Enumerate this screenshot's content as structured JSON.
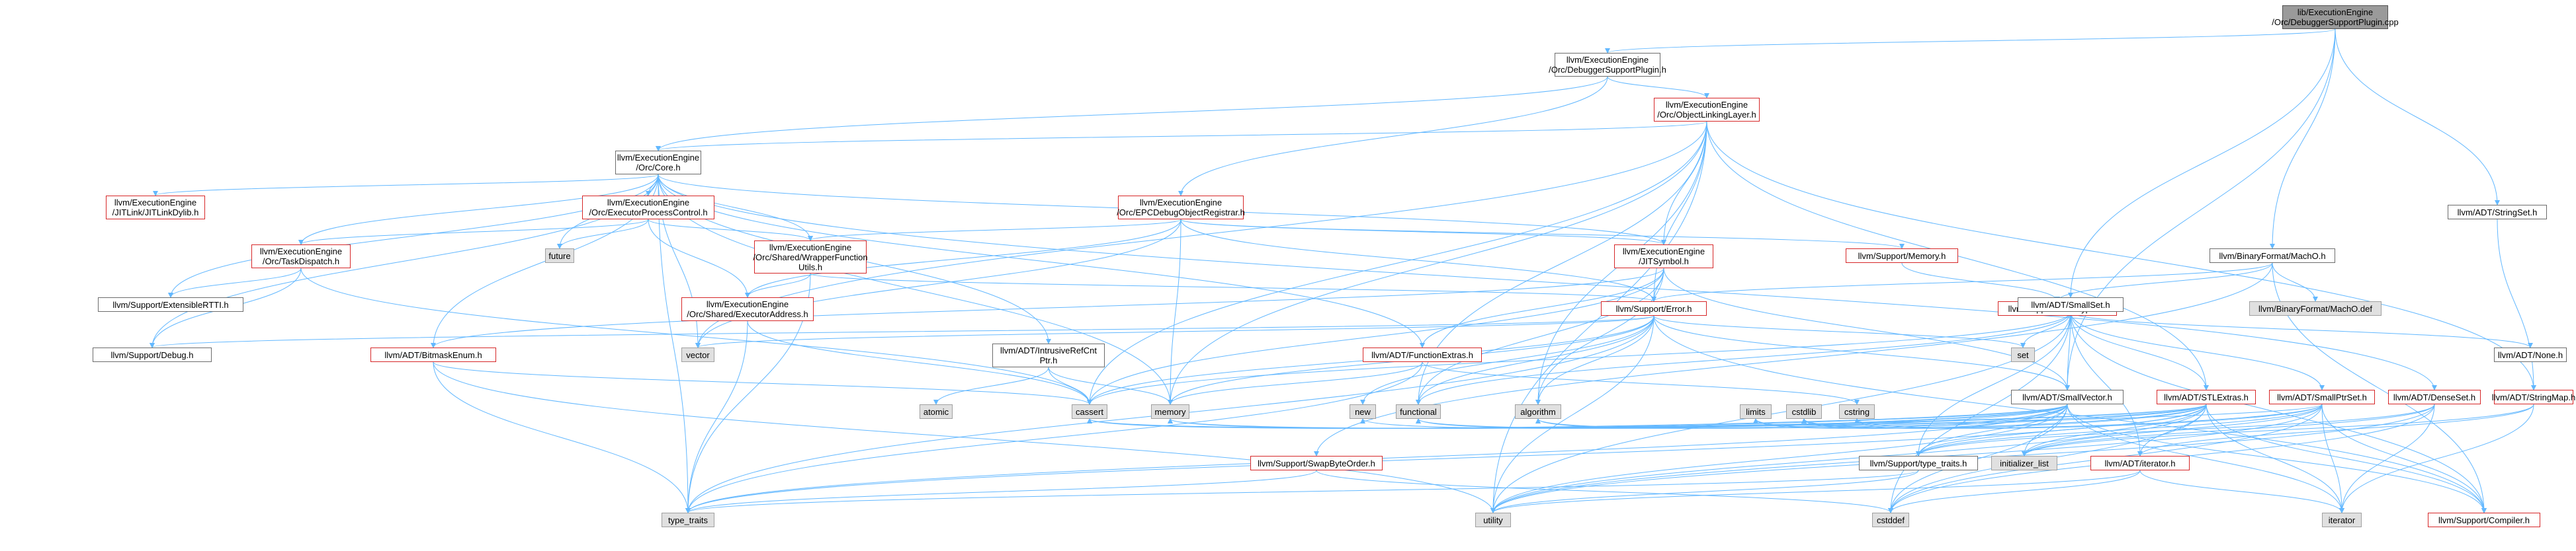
{
  "nodes": [
    {
      "id": "root",
      "label": "lib/ExecutionEngine\n/Orc/DebuggerSupportPlugin.cpp",
      "kind": "root"
    },
    {
      "id": "dsp",
      "label": "llvm/ExecutionEngine\n/Orc/DebuggerSupportPlugin.h",
      "kind": "normal"
    },
    {
      "id": "oll",
      "label": "llvm/ExecutionEngine\n/Orc/ObjectLinkingLayer.h",
      "kind": "red"
    },
    {
      "id": "core",
      "label": "llvm/ExecutionEngine\n/Orc/Core.h",
      "kind": "normal"
    },
    {
      "id": "jdylib",
      "label": "llvm/ExecutionEngine\n/JITLink/JITLinkDylib.h",
      "kind": "red"
    },
    {
      "id": "epc",
      "label": "llvm/ExecutionEngine\n/Orc/ExecutorProcessControl.h",
      "kind": "red"
    },
    {
      "id": "edor",
      "label": "llvm/ExecutionEngine\n/Orc/EPCDebugObjectRegistrar.h",
      "kind": "red"
    },
    {
      "id": "td",
      "label": "llvm/ExecutionEngine\n/Orc/TaskDispatch.h",
      "kind": "red"
    },
    {
      "id": "future",
      "label": "future",
      "kind": "sys"
    },
    {
      "id": "swf",
      "label": "llvm/ExecutionEngine\n/Orc/Shared/WrapperFunction\nUtils.h",
      "kind": "red"
    },
    {
      "id": "jits",
      "label": "llvm/ExecutionEngine\n/JITSymbol.h",
      "kind": "red"
    },
    {
      "id": "smem",
      "label": "llvm/Support/Memory.h",
      "kind": "red"
    },
    {
      "id": "macho",
      "label": "llvm/BinaryFormat/MachO.h",
      "kind": "normal"
    },
    {
      "id": "stringset",
      "label": "llvm/ADT/StringSet.h",
      "kind": "normal"
    },
    {
      "id": "ertti",
      "label": "llvm/Support/ExtensibleRTTI.h",
      "kind": "normal"
    },
    {
      "id": "sea",
      "label": "llvm/ExecutionEngine\n/Orc/Shared/ExecutorAddress.h",
      "kind": "red"
    },
    {
      "id": "err",
      "label": "llvm/Support/Error.h",
      "kind": "red"
    },
    {
      "id": "dtypes",
      "label": "llvm/Support/DataTypes.h",
      "kind": "red"
    },
    {
      "id": "machodef",
      "label": "llvm/BinaryFormat/MachO.def",
      "kind": "sys"
    },
    {
      "id": "smallset",
      "label": "llvm/ADT/SmallSet.h",
      "kind": "normal"
    },
    {
      "id": "sdebug",
      "label": "llvm/Support/Debug.h",
      "kind": "normal"
    },
    {
      "id": "bme",
      "label": "llvm/ADT/BitmaskEnum.h",
      "kind": "red"
    },
    {
      "id": "vector",
      "label": "vector",
      "kind": "sys"
    },
    {
      "id": "irc",
      "label": "llvm/ADT/IntrusiveRefCnt\nPtr.h",
      "kind": "normal"
    },
    {
      "id": "fe",
      "label": "llvm/ADT/FunctionExtras.h",
      "kind": "red"
    },
    {
      "id": "set",
      "label": "set",
      "kind": "sys"
    },
    {
      "id": "svec",
      "label": "llvm/ADT/SmallVector.h",
      "kind": "normal"
    },
    {
      "id": "stl",
      "label": "llvm/ADT/STLExtras.h",
      "kind": "red"
    },
    {
      "id": "sps",
      "label": "llvm/ADT/SmallPtrSet.h",
      "kind": "red"
    },
    {
      "id": "dset",
      "label": "llvm/ADT/DenseSet.h",
      "kind": "red"
    },
    {
      "id": "none",
      "label": "llvm/ADT/None.h",
      "kind": "normal"
    },
    {
      "id": "smap",
      "label": "llvm/ADT/StringMap.h",
      "kind": "red"
    },
    {
      "id": "atomic",
      "label": "atomic",
      "kind": "sys"
    },
    {
      "id": "cassert",
      "label": "cassert",
      "kind": "sys"
    },
    {
      "id": "memory",
      "label": "memory",
      "kind": "sys"
    },
    {
      "id": "new",
      "label": "new",
      "kind": "sys"
    },
    {
      "id": "functional",
      "label": "functional",
      "kind": "sys"
    },
    {
      "id": "algorithm",
      "label": "algorithm",
      "kind": "sys"
    },
    {
      "id": "limits",
      "label": "limits",
      "kind": "sys"
    },
    {
      "id": "cstring",
      "label": "cstring",
      "kind": "sys"
    },
    {
      "id": "cstdlib",
      "label": "cstdlib",
      "kind": "sys"
    },
    {
      "id": "ssbo",
      "label": "llvm/Support/SwapByteOrder.h",
      "kind": "red"
    },
    {
      "id": "tt",
      "label": "llvm/Support/type_traits.h",
      "kind": "normal"
    },
    {
      "id": "il",
      "label": "initializer_list",
      "kind": "sys"
    },
    {
      "id": "iterh",
      "label": "llvm/ADT/iterator.h",
      "kind": "red"
    },
    {
      "id": "type_traits",
      "label": "type_traits",
      "kind": "sys"
    },
    {
      "id": "utility",
      "label": "utility",
      "kind": "sys"
    },
    {
      "id": "cstddef",
      "label": "cstddef",
      "kind": "sys"
    },
    {
      "id": "iterator",
      "label": "iterator",
      "kind": "sys"
    },
    {
      "id": "compiler",
      "label": "llvm/Support/Compiler.h",
      "kind": "red"
    }
  ],
  "edges": [
    [
      "root",
      "dsp"
    ],
    [
      "root",
      "macho"
    ],
    [
      "root",
      "smallset"
    ],
    [
      "root",
      "stringset"
    ],
    [
      "root",
      "svec"
    ],
    [
      "dsp",
      "oll"
    ],
    [
      "dsp",
      "core"
    ],
    [
      "dsp",
      "edor"
    ],
    [
      "oll",
      "core"
    ],
    [
      "oll",
      "jits"
    ],
    [
      "oll",
      "err"
    ],
    [
      "oll",
      "stl"
    ],
    [
      "oll",
      "smap"
    ],
    [
      "oll",
      "vector"
    ],
    [
      "oll",
      "memory"
    ],
    [
      "oll",
      "functional"
    ],
    [
      "oll",
      "algorithm"
    ],
    [
      "oll",
      "cassert"
    ],
    [
      "oll",
      "utility"
    ],
    [
      "core",
      "jdylib"
    ],
    [
      "core",
      "epc"
    ],
    [
      "core",
      "td"
    ],
    [
      "core",
      "swf"
    ],
    [
      "core",
      "jits"
    ],
    [
      "core",
      "ertti"
    ],
    [
      "core",
      "sdebug"
    ],
    [
      "core",
      "bme"
    ],
    [
      "core",
      "irc"
    ],
    [
      "core",
      "fe"
    ],
    [
      "core",
      "future"
    ],
    [
      "core",
      "vector"
    ],
    [
      "core",
      "memory"
    ],
    [
      "core",
      "dset"
    ],
    [
      "core",
      "type_traits"
    ],
    [
      "epc",
      "td"
    ],
    [
      "epc",
      "swf"
    ],
    [
      "epc",
      "sea"
    ],
    [
      "epc",
      "future"
    ],
    [
      "edor",
      "swf"
    ],
    [
      "edor",
      "sea"
    ],
    [
      "edor",
      "jits"
    ],
    [
      "edor",
      "smem"
    ],
    [
      "edor",
      "err"
    ],
    [
      "edor",
      "vector"
    ],
    [
      "edor",
      "memory"
    ],
    [
      "td",
      "ertti"
    ],
    [
      "td",
      "sdebug"
    ],
    [
      "td",
      "cassert"
    ],
    [
      "swf",
      "sea"
    ],
    [
      "swf",
      "err"
    ],
    [
      "swf",
      "type_traits"
    ],
    [
      "jits",
      "err"
    ],
    [
      "jits",
      "bme"
    ],
    [
      "jits",
      "fe"
    ],
    [
      "jits",
      "svec"
    ],
    [
      "jits",
      "functional"
    ],
    [
      "jits",
      "algorithm"
    ],
    [
      "jits",
      "cassert"
    ],
    [
      "smem",
      "dtypes"
    ],
    [
      "macho",
      "err"
    ],
    [
      "macho",
      "dtypes"
    ],
    [
      "macho",
      "machodef"
    ],
    [
      "macho",
      "ssbo"
    ],
    [
      "macho",
      "compiler"
    ],
    [
      "sea",
      "cassert"
    ],
    [
      "sea",
      "type_traits"
    ],
    [
      "err",
      "svec"
    ],
    [
      "err",
      "sdebug"
    ],
    [
      "err",
      "compiler"
    ],
    [
      "err",
      "cassert"
    ],
    [
      "err",
      "memory"
    ],
    [
      "err",
      "new"
    ],
    [
      "err",
      "functional"
    ],
    [
      "err",
      "algorithm"
    ],
    [
      "err",
      "set"
    ],
    [
      "err",
      "vector"
    ],
    [
      "err",
      "utility"
    ],
    [
      "err",
      "type_traits"
    ],
    [
      "smallset",
      "svec"
    ],
    [
      "smallset",
      "stl"
    ],
    [
      "smallset",
      "sps"
    ],
    [
      "smallset",
      "none"
    ],
    [
      "smallset",
      "iterh"
    ],
    [
      "smallset",
      "tt"
    ],
    [
      "smallset",
      "compiler"
    ],
    [
      "smallset",
      "set"
    ],
    [
      "smallset",
      "cassert"
    ],
    [
      "smallset",
      "cstddef"
    ],
    [
      "smallset",
      "functional"
    ],
    [
      "smallset",
      "utility"
    ],
    [
      "stringset",
      "smap"
    ],
    [
      "bme",
      "type_traits"
    ],
    [
      "bme",
      "cassert"
    ],
    [
      "bme",
      "utility"
    ],
    [
      "irc",
      "atomic"
    ],
    [
      "irc",
      "cassert"
    ],
    [
      "irc",
      "memory"
    ],
    [
      "fe",
      "memory"
    ],
    [
      "fe",
      "type_traits"
    ],
    [
      "fe",
      "cstring"
    ],
    [
      "svec",
      "compiler"
    ],
    [
      "svec",
      "tt"
    ],
    [
      "svec",
      "algorithm"
    ],
    [
      "svec",
      "cassert"
    ],
    [
      "svec",
      "cstddef"
    ],
    [
      "svec",
      "cstdlib"
    ],
    [
      "svec",
      "cstring"
    ],
    [
      "svec",
      "functional"
    ],
    [
      "svec",
      "il"
    ],
    [
      "svec",
      "iterator"
    ],
    [
      "svec",
      "limits"
    ],
    [
      "svec",
      "memory"
    ],
    [
      "svec",
      "new"
    ],
    [
      "svec",
      "type_traits"
    ],
    [
      "svec",
      "utility"
    ],
    [
      "stl",
      "iterh"
    ],
    [
      "stl",
      "tt"
    ],
    [
      "stl",
      "compiler"
    ],
    [
      "stl",
      "algorithm"
    ],
    [
      "stl",
      "cassert"
    ],
    [
      "stl",
      "cstddef"
    ],
    [
      "stl",
      "cstdlib"
    ],
    [
      "stl",
      "functional"
    ],
    [
      "stl",
      "il"
    ],
    [
      "stl",
      "iterator"
    ],
    [
      "stl",
      "limits"
    ],
    [
      "stl",
      "memory"
    ],
    [
      "stl",
      "type_traits"
    ],
    [
      "stl",
      "utility"
    ],
    [
      "sps",
      "tt"
    ],
    [
      "sps",
      "compiler"
    ],
    [
      "sps",
      "cassert"
    ],
    [
      "sps",
      "cstddef"
    ],
    [
      "sps",
      "cstdlib"
    ],
    [
      "sps",
      "cstring"
    ],
    [
      "sps",
      "il"
    ],
    [
      "sps",
      "iterator"
    ],
    [
      "sps",
      "utility"
    ],
    [
      "dset",
      "tt"
    ],
    [
      "dset",
      "cstddef"
    ],
    [
      "dset",
      "il"
    ],
    [
      "dset",
      "iterator"
    ],
    [
      "dset",
      "utility"
    ],
    [
      "smap",
      "iterh"
    ],
    [
      "smap",
      "il"
    ],
    [
      "smap",
      "iterator"
    ],
    [
      "ssbo",
      "cstddef"
    ],
    [
      "ssbo",
      "type_traits"
    ],
    [
      "tt",
      "type_traits"
    ],
    [
      "tt",
      "utility"
    ],
    [
      "iterh",
      "iterator"
    ],
    [
      "iterh",
      "cstddef"
    ],
    [
      "iterh",
      "utility"
    ]
  ],
  "colors": {
    "edge": "#63b8ff",
    "arrow": "#63b8ff",
    "red_border": "#d62728",
    "node_border": "#6c6c6c",
    "root_fill": "#9a9a9a",
    "sys_fill": "#e0e0e0"
  }
}
